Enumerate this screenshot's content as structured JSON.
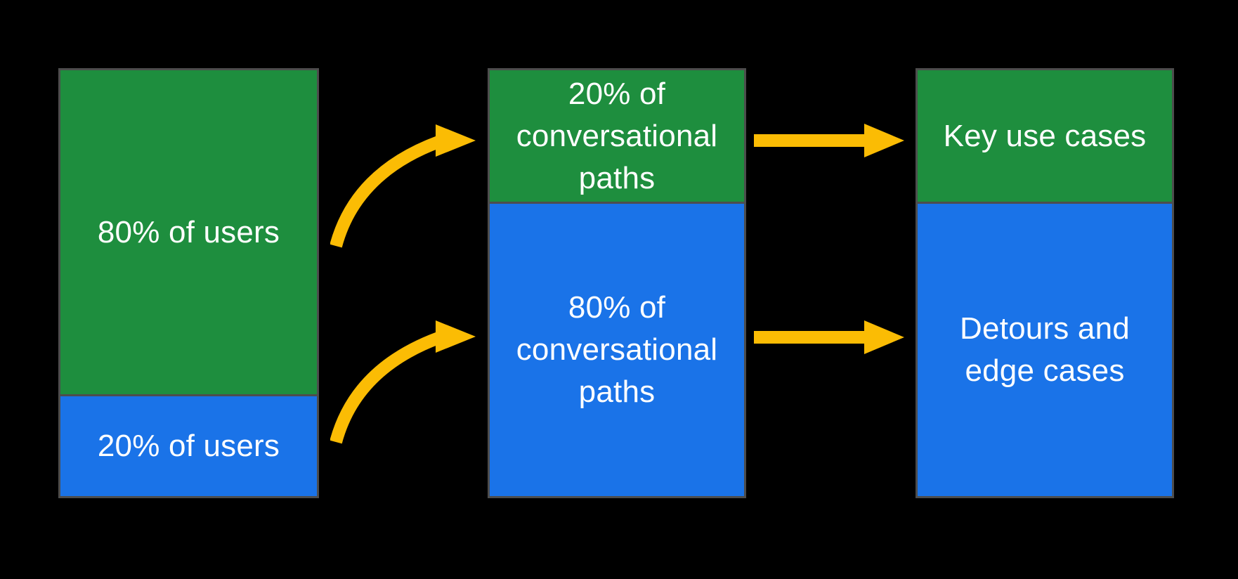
{
  "background": "#000000",
  "colors": {
    "background": "#000000",
    "green": "#1E8E3E",
    "blue": "#1A73E8",
    "arrow": "#FBBC04",
    "border": "#4D4D4D",
    "text": "#FFFFFF"
  },
  "diagram": {
    "columns": [
      {
        "name": "users",
        "segments": [
          {
            "label": "80% of users",
            "color": "green",
            "height_pct": 76.6
          },
          {
            "label": "20% of users",
            "color": "blue",
            "height_pct": 23.4
          }
        ]
      },
      {
        "name": "conversational-paths",
        "segments": [
          {
            "label": "20% of conversational paths",
            "color": "green",
            "height_pct": 31.4
          },
          {
            "label": "80% of conversational paths",
            "color": "blue",
            "height_pct": 68.6
          }
        ]
      },
      {
        "name": "outcomes",
        "segments": [
          {
            "label": "Key use cases",
            "color": "green",
            "height_pct": 31.4
          },
          {
            "label": "Detours and edge cases",
            "color": "blue",
            "height_pct": 68.6
          }
        ]
      }
    ],
    "arrows": [
      {
        "name": "curved-arrow-users-top-to-paths",
        "type": "curved"
      },
      {
        "name": "curved-arrow-users-bottom-to-paths",
        "type": "curved"
      },
      {
        "name": "straight-arrow-paths-to-key-use-cases",
        "type": "straight"
      },
      {
        "name": "straight-arrow-paths-to-detours",
        "type": "straight"
      }
    ]
  }
}
